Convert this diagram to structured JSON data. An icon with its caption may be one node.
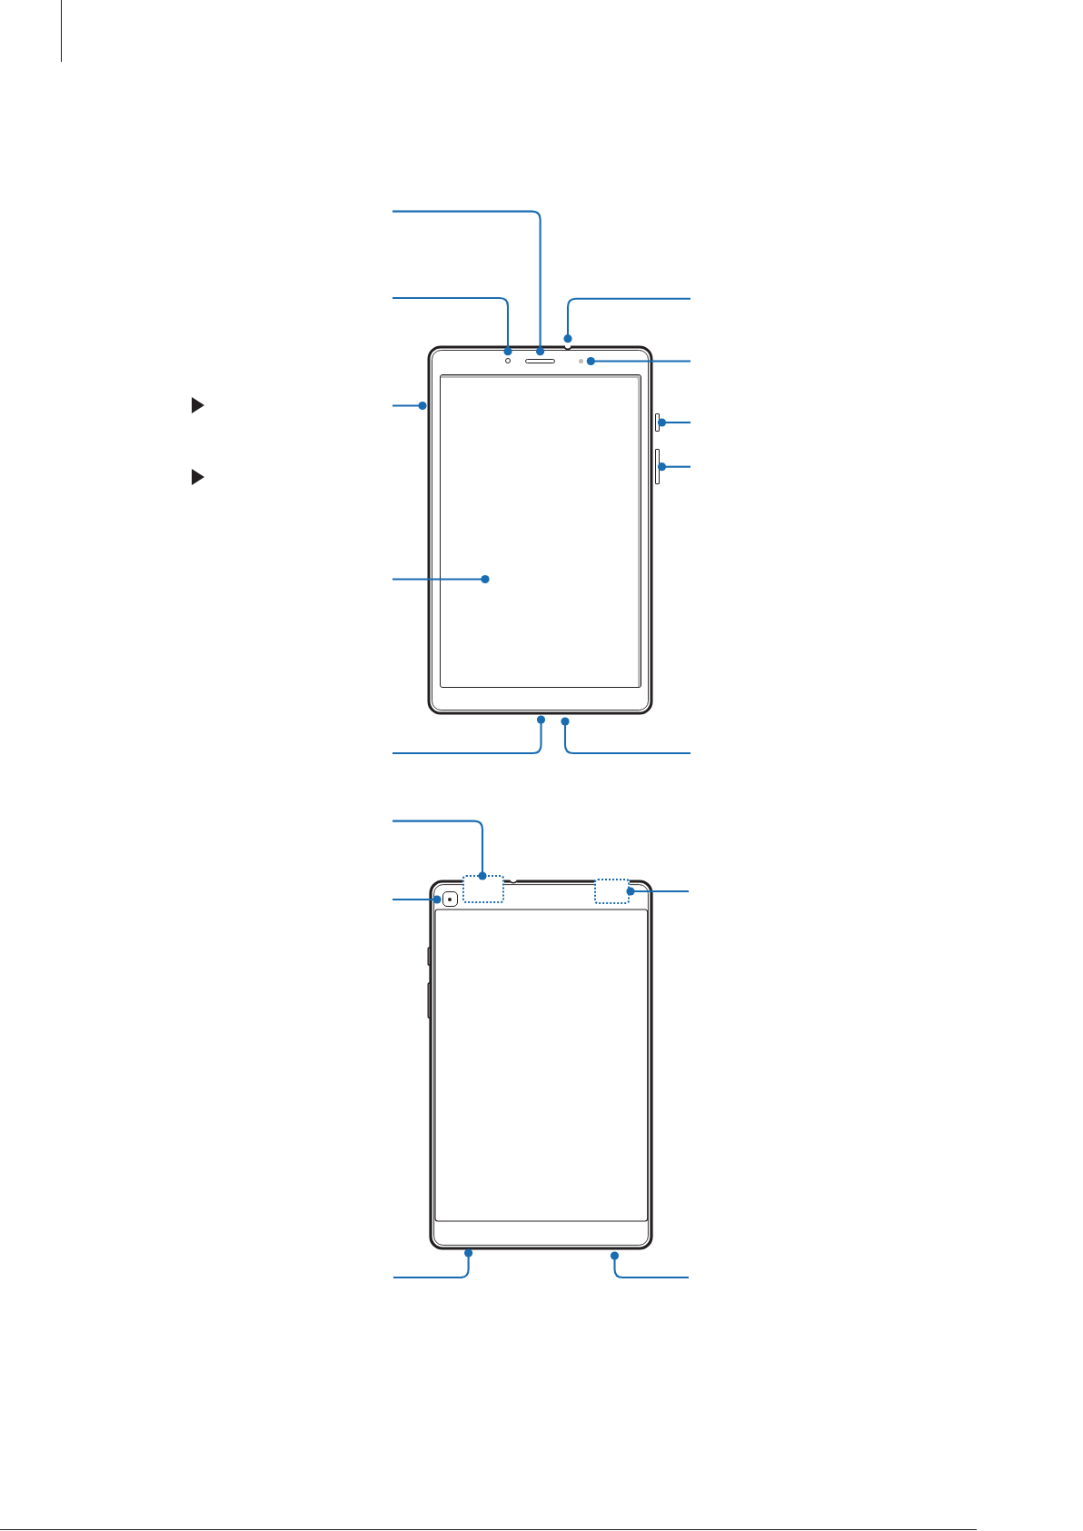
{
  "diagram": {
    "nodes": [
      {
        "text": [],
        "shape": "picture"
      },
      {
        "text": [],
        "shape": "circle",
        "in": 0
      },
      {
        "text": [],
        "shape": "bar",
        "in": 0
      },
      {
        "text": [],
        "shape": "circle",
        "in": 0
      },
      {
        "text": [],
        "shape": "circle",
        "in": 0
      },
      {
        "text": [],
        "shape": "box",
        "in": 0
      },
      {
        "text": [],
        "shape": "bar"
      },
      {
        "text": [],
        "shape": "bar"
      },
      {
        "text": [],
        "shape": "picture"
      },
      {
        "text": [],
        "shape": "box",
        "in": 8
      },
      {
        "text": [],
        "shape": "box",
        "in": 8
      },
      {
        "text": [],
        "shape": "box",
        "in": 8
      }
    ],
    "edges": [
      {
        "from": null,
        "to": 2,
        "arrow": "other"
      },
      {
        "from": null,
        "to": 1,
        "arrow": "other"
      },
      {
        "from": null,
        "to": 3,
        "arrow": "other"
      },
      {
        "from": null,
        "to": 4,
        "arrow": "other"
      },
      {
        "from": null,
        "to": 0,
        "arrow": "other"
      },
      {
        "from": null,
        "to": 6,
        "arrow": "other"
      },
      {
        "from": null,
        "to": 7,
        "arrow": "other"
      },
      {
        "from": null,
        "to": 5,
        "arrow": "other"
      },
      {
        "from": null,
        "to": 0,
        "arrow": "other"
      },
      {
        "from": null,
        "to": 0,
        "arrow": "other"
      },
      {
        "from": null,
        "to": 10,
        "arrow": "other"
      },
      {
        "from": null,
        "to": 9,
        "arrow": "other"
      },
      {
        "from": null,
        "to": 11,
        "arrow": "other"
      },
      {
        "from": null,
        "to": 8,
        "arrow": "other"
      },
      {
        "from": null,
        "to": 8,
        "arrow": "other"
      }
    ]
  }
}
